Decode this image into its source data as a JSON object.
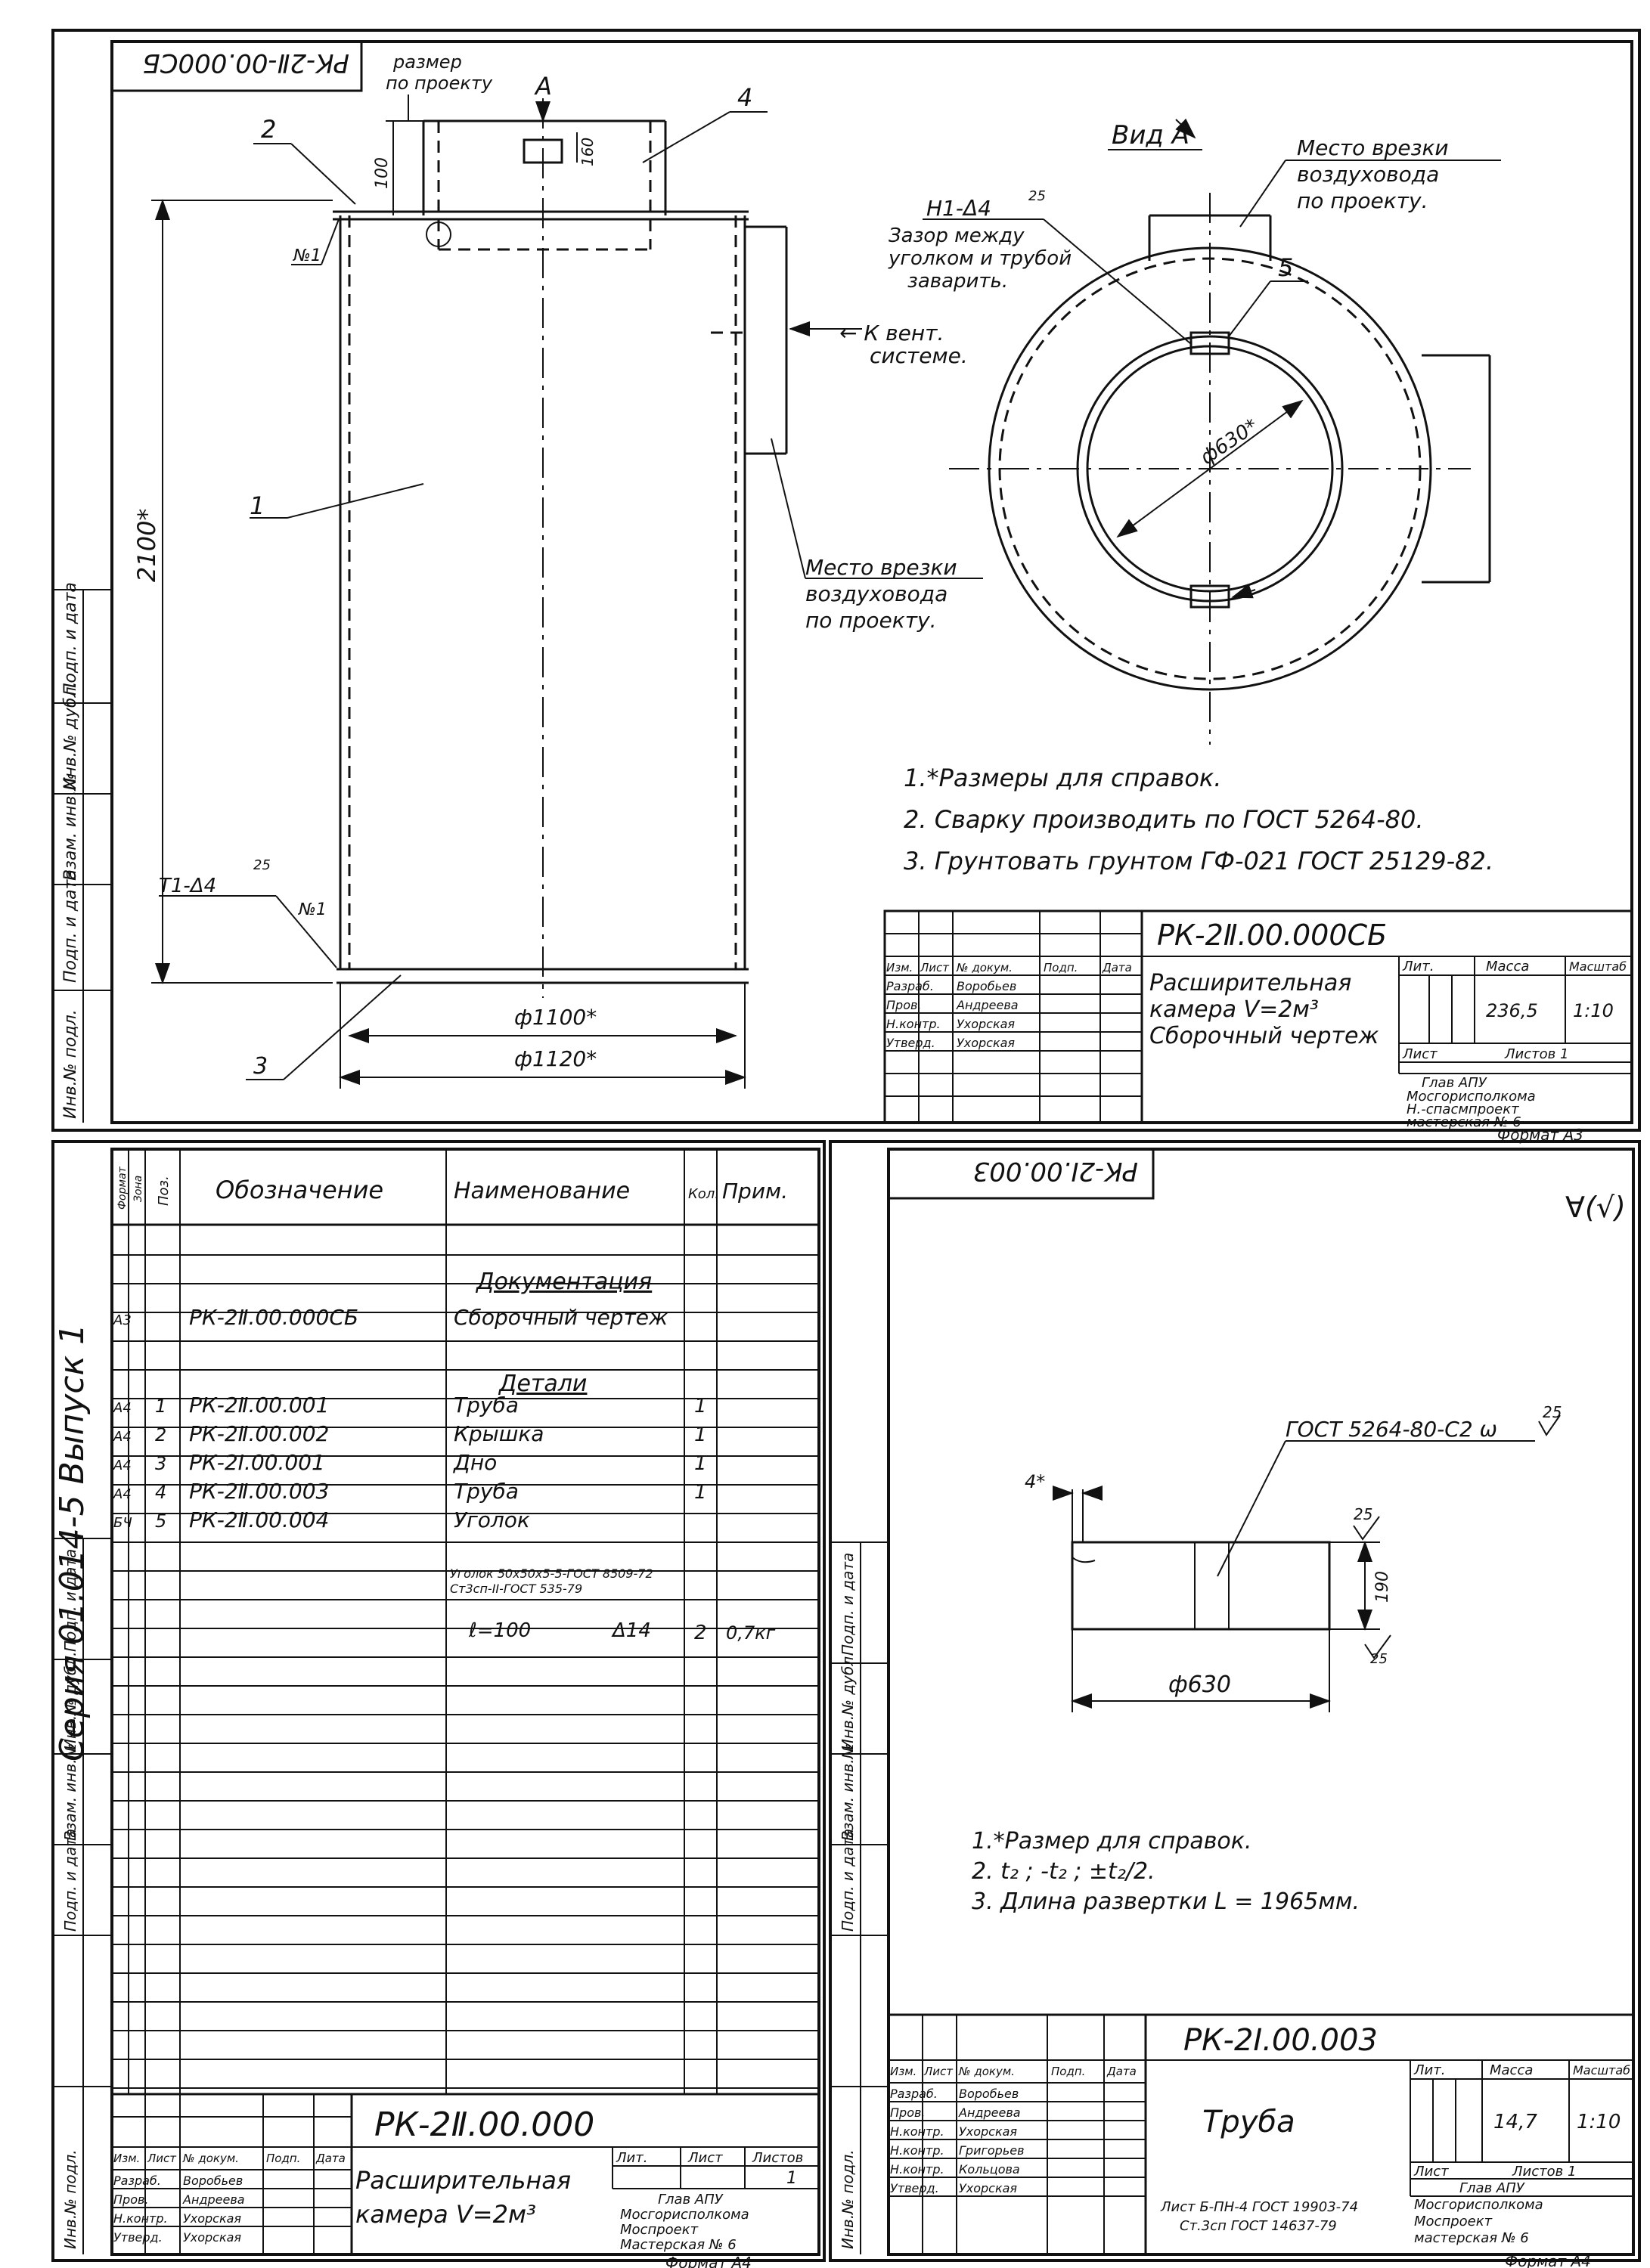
{
  "sheet1": {
    "stamp_top": "РК-2Ⅱ-00.000СБ",
    "notes_left": {
      "size_note": "размер по проекту",
      "view_marker": "A",
      "pos2": "2",
      "pos4": "4",
      "pos1": "1",
      "pos3": "3",
      "pos5": "5",
      "dim_100": "100",
      "dim_160": "160",
      "dim_2100": "2100*",
      "dim_1100": "ф1100*",
      "dim_1120": "ф1120*",
      "weld_n1": "№1",
      "weld_n1b": "№1",
      "weld_t1": "Т1-Δ4",
      "weld_t1_r": "25",
      "to_vent": "→ К вент. системе.",
      "place_left_1": "Место врезки",
      "place_left_2": "воздуховода",
      "place_left_3": "по проекту."
    },
    "view_a": {
      "title": "Вид А",
      "place_1": "Место врезки",
      "place_2": "воздуховода",
      "place_3": "по проекту.",
      "weld": "Н1-Δ4",
      "weld_r": "25",
      "gap_1": "Зазор между",
      "gap_2": "уголком и трубой",
      "gap_3": "заварить.",
      "dia": "ф630*"
    },
    "notes": [
      "1.*Размеры для справок.",
      "2. Сварку производить по ГОСТ 5264-80.",
      "3. Грунтовать грунтом ГФ-021 ГОСТ 25129-82."
    ],
    "title_block": {
      "code": "РК-2Ⅱ.00.000СБ",
      "name_1": "Расширительная",
      "name_2": "камера V=2м³",
      "name_3": "Сборочный чертеж",
      "hdr": [
        "Изм.",
        "Лист",
        "№ докум.",
        "Подп.",
        "Дата"
      ],
      "roles": [
        "Разраб.",
        "Пров.",
        "Н.контр.",
        "Утверд."
      ],
      "people": [
        "Воробьев",
        "Андреева",
        "Ухорская",
        "Ухорская"
      ],
      "lit_hdr": "Лит.",
      "mass_hdr": "Масса",
      "scale_hdr": "Масштаб",
      "mass": "236,5",
      "scale": "1:10",
      "sheet": "Лист",
      "sheets": "Листов 1",
      "org_1": "Глав АПУ",
      "org_2": "Мосгорисполкома",
      "org_3": "Н.-спасмпроект",
      "org_4": "мастерская № 6",
      "format": "Формат А3"
    },
    "side_labels": [
      "Инв.№ подл.",
      "Подп. и дата",
      "Взам. инв.№",
      "Инв.№ дубл.",
      "Подп. и дата"
    ]
  },
  "series": "Серия 01.014-5  Выпуск 1",
  "spec": {
    "headers": [
      "Формат",
      "Зона",
      "Поз.",
      "Обозначение",
      "Наименование",
      "Кол.",
      "Прим."
    ],
    "section_docs": "Документация",
    "section_parts": "Детали",
    "rows": [
      {
        "fmt": "А3",
        "pos": "",
        "code": "РК-2Ⅱ.00.000СБ",
        "name": "Сборочный чертеж",
        "qty": "",
        "note": ""
      },
      {
        "fmt": "А4",
        "pos": "1",
        "code": "РК-2Ⅱ.00.001",
        "name": "Труба",
        "qty": "1",
        "note": ""
      },
      {
        "fmt": "А4",
        "pos": "2",
        "code": "РК-2Ⅱ.00.002",
        "name": "Крышка",
        "qty": "1",
        "note": ""
      },
      {
        "fmt": "А4",
        "pos": "3",
        "code": "РК-2Ⅰ.00.001",
        "name": "Дно",
        "qty": "1",
        "note": ""
      },
      {
        "fmt": "А4",
        "pos": "4",
        "code": "РК-2Ⅱ.00.003",
        "name": "Труба",
        "qty": "1",
        "note": ""
      },
      {
        "fmt": "БЧ",
        "pos": "5",
        "code": "РК-2Ⅱ.00.004",
        "name": "Уголок",
        "qty": "",
        "note": ""
      }
    ],
    "angle_1": "Уголок 50x50x5-5-ГОСТ 8509-72",
    "angle_2": "Ст3сп-II-ГОСТ 535-79",
    "angle_len": "ℓ=100",
    "angle_n": "Δ14",
    "angle_qty": "2",
    "angle_note": "0,7кг",
    "title_code": "РК-2Ⅱ.00.000",
    "title_name_1": "Расширительная",
    "title_name_2": "камера V=2м³",
    "roles": [
      "Разраб.",
      "Пров.",
      "Н.контр.",
      "Утверд."
    ],
    "people": [
      "Воробьев",
      "Андреева",
      "Ухорская",
      "Ухорская"
    ],
    "hdr": [
      "Изм.",
      "Лист",
      "№ докум.",
      "Подп.",
      "Дата"
    ],
    "lit": "Лит.",
    "list": "Лист",
    "lists": "Листов",
    "lists_n": "1",
    "org_1": "Глав АПУ",
    "org_2": "Мосгорисполкома",
    "org_3": "Моспроект",
    "org_4": "Мастерская № 6",
    "format": "Формат А4"
  },
  "sheet3": {
    "stamp_top": "РК-2Ⅰ.00.003",
    "corner": "∀(√)",
    "weld": "ГОСТ 5264-80-С2 ω",
    "weld_r": "25",
    "dim_4": "4*",
    "dim_190": "190",
    "rough_25": "25",
    "rough_25b": "25",
    "dim_630": "ф630",
    "notes": [
      "1.*Размер для справок.",
      "2. t₂ ; -t₂ ; ±t₂/2.",
      "3. Длина развертки  L = 1965мм."
    ],
    "title_code": "РК-2Ⅰ.00.003",
    "name": "Труба",
    "roles": [
      "Разраб.",
      "Пров.",
      "Н.контр.",
      "Н.контр.",
      "Н.контр.",
      "Утверд."
    ],
    "people": [
      "Воробьев",
      "Андреева",
      "Ухорская",
      "Григорьев",
      "Кольцова",
      "Ухорская"
    ],
    "hdr": [
      "Изм.",
      "Лист",
      "№ докум.",
      "Подп.",
      "Дата"
    ],
    "lit": "Лит.",
    "mass_hdr": "Масса",
    "scale_hdr": "Масштаб",
    "mass": "14,7",
    "scale": "1:10",
    "sheet": "Лист",
    "sheets": "Листов 1",
    "material_1": "Лист Б-ПН-4 ГОСТ 19903-74",
    "material_2": "Ст.3сп ГОСТ 14637-79",
    "org_1": "Глав АПУ",
    "org_2": "Мосгорисполкома",
    "org_3": "Моспроект",
    "org_4": "мастерская № 6",
    "format": "Формат А4"
  }
}
